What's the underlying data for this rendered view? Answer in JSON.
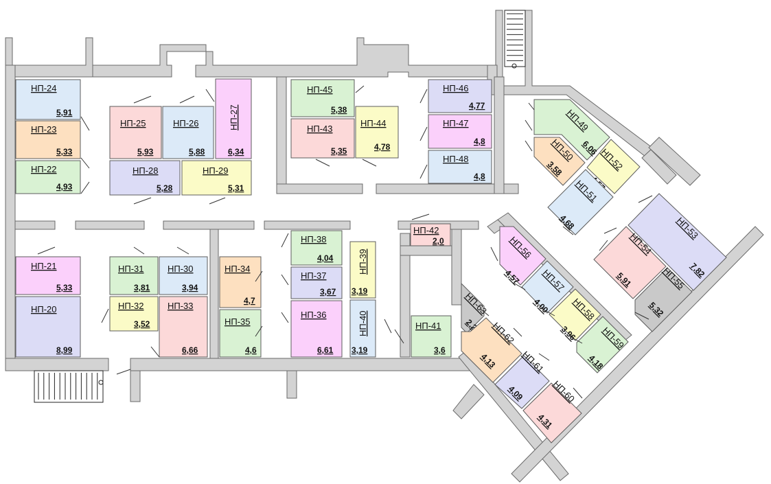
{
  "colors": {
    "wall": "#d3d3d3",
    "green": "#d9f2d3",
    "orange": "#fde0c0",
    "blue": "#dceaf8",
    "pink": "#fcd9d9",
    "magenta": "#fbd0fb",
    "lavender": "#dcdcf6",
    "yellow": "#fbfbc7",
    "gray": "#c9c9c9"
  },
  "rooms": {
    "np24": {
      "code": "НП-24",
      "area": "5,91"
    },
    "np23": {
      "code": "НП-23",
      "area": "5,33"
    },
    "np22": {
      "code": "НП-22",
      "area": "4,93"
    },
    "np25": {
      "code": "НП-25",
      "area": "5,93"
    },
    "np26": {
      "code": "НП-26",
      "area": "5,88"
    },
    "np27": {
      "code": "НП-27",
      "area": "6,34"
    },
    "np28": {
      "code": "НП-28",
      "area": "5,28"
    },
    "np29": {
      "code": "НП-29",
      "area": "5,31"
    },
    "np45": {
      "code": "НП-45",
      "area": "5,38"
    },
    "np43": {
      "code": "НП-43",
      "area": "5,35"
    },
    "np44": {
      "code": "НП-44",
      "area": "4,78"
    },
    "np46": {
      "code": "НП-46",
      "area": "4,77"
    },
    "np47": {
      "code": "НП-47",
      "area": "4,8"
    },
    "np48": {
      "code": "НП-48",
      "area": "4,8"
    },
    "np21": {
      "code": "НП-21",
      "area": "5,33"
    },
    "np20": {
      "code": "НП-20",
      "area": "8,99"
    },
    "np31": {
      "code": "НП-31",
      "area": "3,81"
    },
    "np30": {
      "code": "НП-30",
      "area": "3,94"
    },
    "np32": {
      "code": "НП-32",
      "area": "3,52"
    },
    "np33": {
      "code": "НП-33",
      "area": "6,66"
    },
    "np34": {
      "code": "НП-34",
      "area": "4,7"
    },
    "np35": {
      "code": "НП-35",
      "area": "4,6"
    },
    "np38": {
      "code": "НП-38",
      "area": "4,04"
    },
    "np37": {
      "code": "НП-37",
      "area": "3,67"
    },
    "np36": {
      "code": "НП-36",
      "area": "6,61"
    },
    "np39": {
      "code": "НП-39",
      "area": "3,19"
    },
    "np40": {
      "code": "НП-40",
      "area": "3,19"
    },
    "np42": {
      "code": "НП-42",
      "area": "2,0"
    },
    "np41": {
      "code": "НП-41",
      "area": "3,6"
    },
    "np49": {
      "code": "НП-49",
      "area": "6,06"
    },
    "np50": {
      "code": "НП-50",
      "area": "3,58"
    },
    "np52": {
      "code": "НП-52",
      "area": "4,57"
    },
    "np51": {
      "code": "НП-51",
      "area": "4,68"
    },
    "np53": {
      "code": "НП-53",
      "area": "7,82"
    },
    "np54": {
      "code": "НП-54",
      "area": "5,91"
    },
    "np55": {
      "code": "НП-55",
      "area": "5,32"
    },
    "np56": {
      "code": "НП-56",
      "area": "4,57"
    },
    "np57": {
      "code": "НП-57",
      "area": "4,00"
    },
    "np58": {
      "code": "НП-58",
      "area": "3,96"
    },
    "np59": {
      "code": "НП-59",
      "area": "4,18"
    },
    "np63": {
      "code": "НП-63",
      "area": "2,2"
    },
    "np62": {
      "code": "НП-62",
      "area": "4,13"
    },
    "np61": {
      "code": "НП-61",
      "area": "4,09"
    },
    "np60": {
      "code": "НП-60",
      "area": "4,31"
    }
  }
}
